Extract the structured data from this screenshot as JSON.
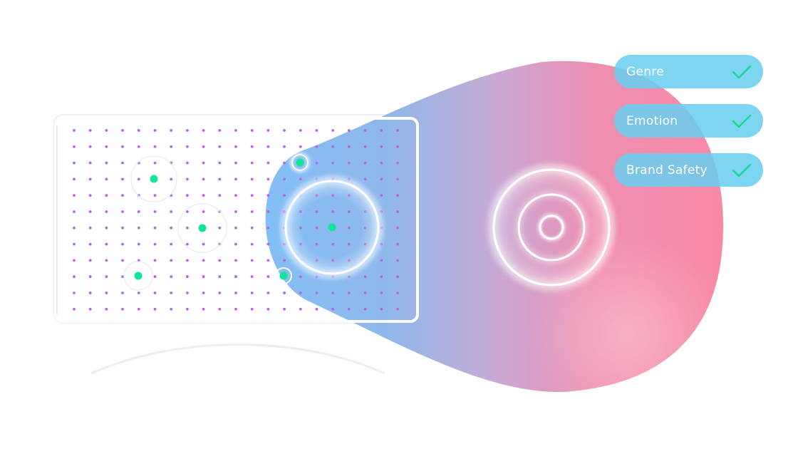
{
  "tags": [
    {
      "label": "Genre",
      "check_icon": "check-icon"
    },
    {
      "label": "Emotion",
      "check_icon": "check-icon"
    },
    {
      "label": "Brand Safety",
      "check_icon": "check-icon"
    }
  ],
  "colors": {
    "dot_grid": "#b765e6",
    "marker": "#12e49a",
    "check": "#17d98d",
    "tag_bg": "#68cef0",
    "tag_text": "#ffffff",
    "beam_blue": "#86c0f6",
    "beam_pink": "#f68aa6"
  }
}
